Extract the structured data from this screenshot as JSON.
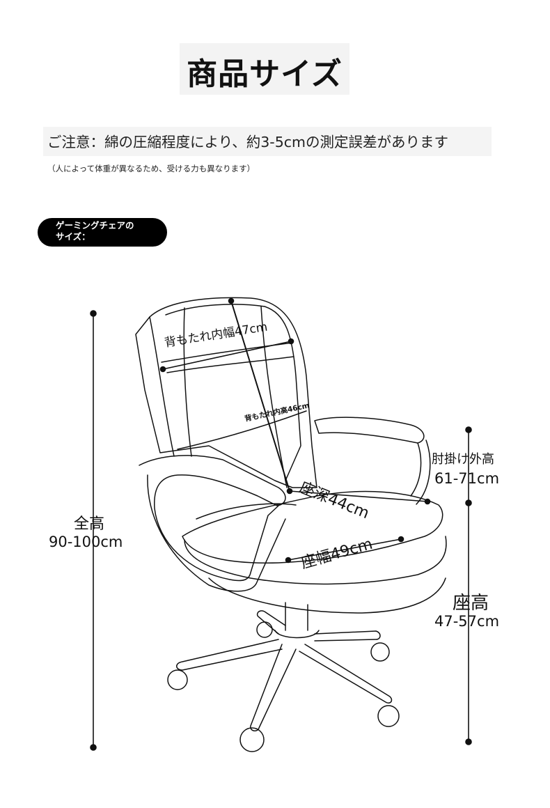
{
  "title": "商品サイズ",
  "notice": "ご注意：綿の圧縮程度により、約3-5cmの測定誤差があります",
  "notice_sub": "（人によって体重が異なるため、受ける力も異なります）",
  "section_label": "ゲーミングチェアの\nサイズ：",
  "dimensions": {
    "total_height": {
      "label": "全高",
      "value": "90-100cm"
    },
    "backrest_inner_width_top": {
      "label": "背もたれ内幅47cm"
    },
    "backrest_inner_width_mid": {
      "label": "背もたれ内高46cm"
    },
    "armrest_height": {
      "label": "肘掛け外高",
      "value": "61-71cm"
    },
    "seat_depth": {
      "label": "座深44cm"
    },
    "seat_width": {
      "label": "座幅49cm"
    },
    "seat_height": {
      "label": "座高",
      "value": "47-57cm"
    }
  },
  "colors": {
    "ink": "#111111",
    "title_bg": "#f3f3f3",
    "pill_bg": "#000000"
  }
}
